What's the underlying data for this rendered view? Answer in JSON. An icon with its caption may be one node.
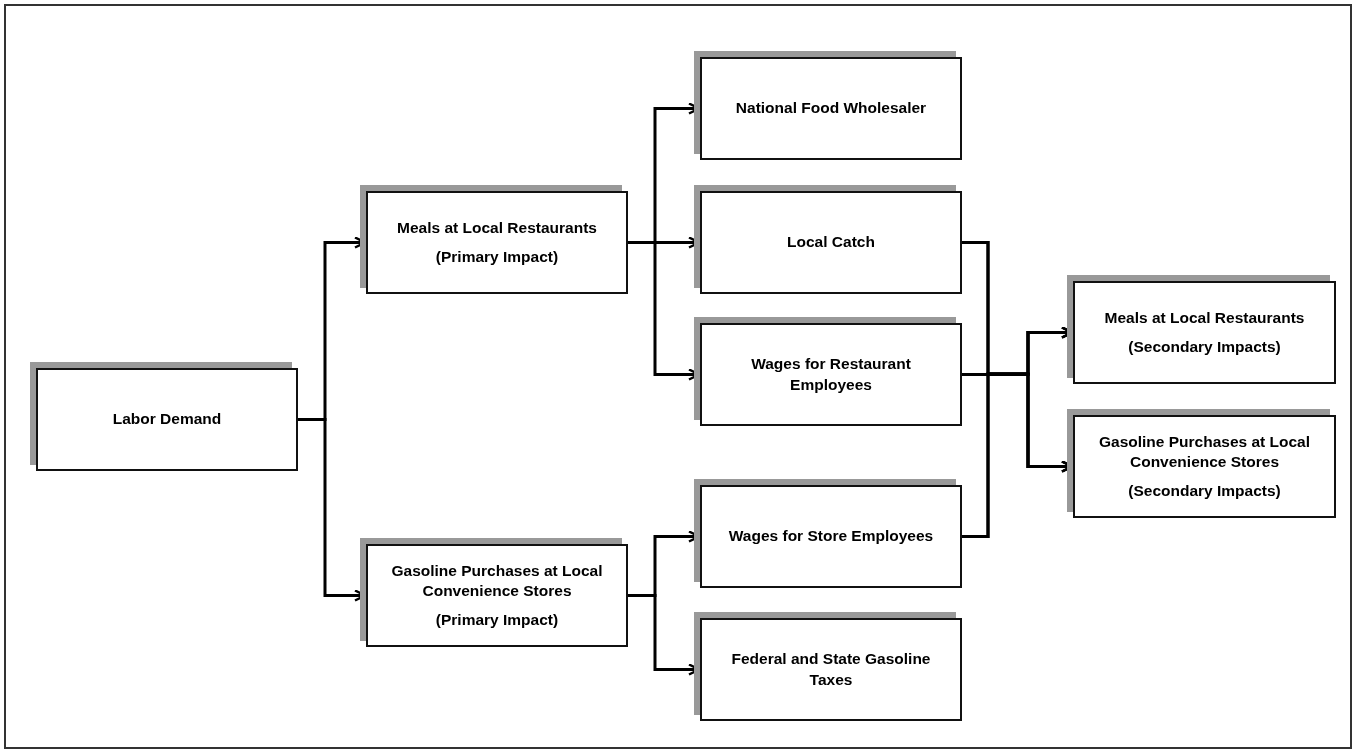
{
  "diagram": {
    "nodes": [
      {
        "text": [
          "Labor Demand"
        ]
      },
      {
        "text": [
          "Meals at Local Restaurants",
          "(Primary Impact)"
        ]
      },
      {
        "text": [
          "Gasoline Purchases at Local Convenience Stores",
          "(Primary Impact)"
        ]
      },
      {
        "text": [
          "National Food Wholesaler"
        ]
      },
      {
        "text": [
          "Local Catch"
        ]
      },
      {
        "text": [
          "Wages for Restaurant Employees"
        ]
      },
      {
        "text": [
          "Wages for Store Employees"
        ]
      },
      {
        "text": [
          "Federal and State Gasoline Taxes"
        ]
      },
      {
        "text": [
          "Meals at Local Restaurants",
          "(Secondary Impacts)"
        ]
      },
      {
        "text": [
          "Gasoline Purchases at Local Convenience Stores",
          "(Secondary Impacts)"
        ]
      }
    ],
    "edges": [
      {
        "from": 0,
        "to": 1,
        "arrow": "to"
      },
      {
        "from": 0,
        "to": 2,
        "arrow": "to"
      },
      {
        "from": 1,
        "to": 3,
        "arrow": "to"
      },
      {
        "from": 1,
        "to": 4,
        "arrow": "to"
      },
      {
        "from": 1,
        "to": 5,
        "arrow": "to"
      },
      {
        "from": 2,
        "to": 6,
        "arrow": "to"
      },
      {
        "from": 2,
        "to": 7,
        "arrow": "to"
      },
      {
        "from": 4,
        "to": 8,
        "arrow": "to"
      },
      {
        "from": 4,
        "to": 9,
        "arrow": "to"
      },
      {
        "from": 5,
        "to": 8,
        "arrow": "to"
      },
      {
        "from": 5,
        "to": 9,
        "arrow": "to"
      },
      {
        "from": 6,
        "to": 8,
        "arrow": "to"
      },
      {
        "from": 6,
        "to": 9,
        "arrow": "to"
      }
    ]
  }
}
